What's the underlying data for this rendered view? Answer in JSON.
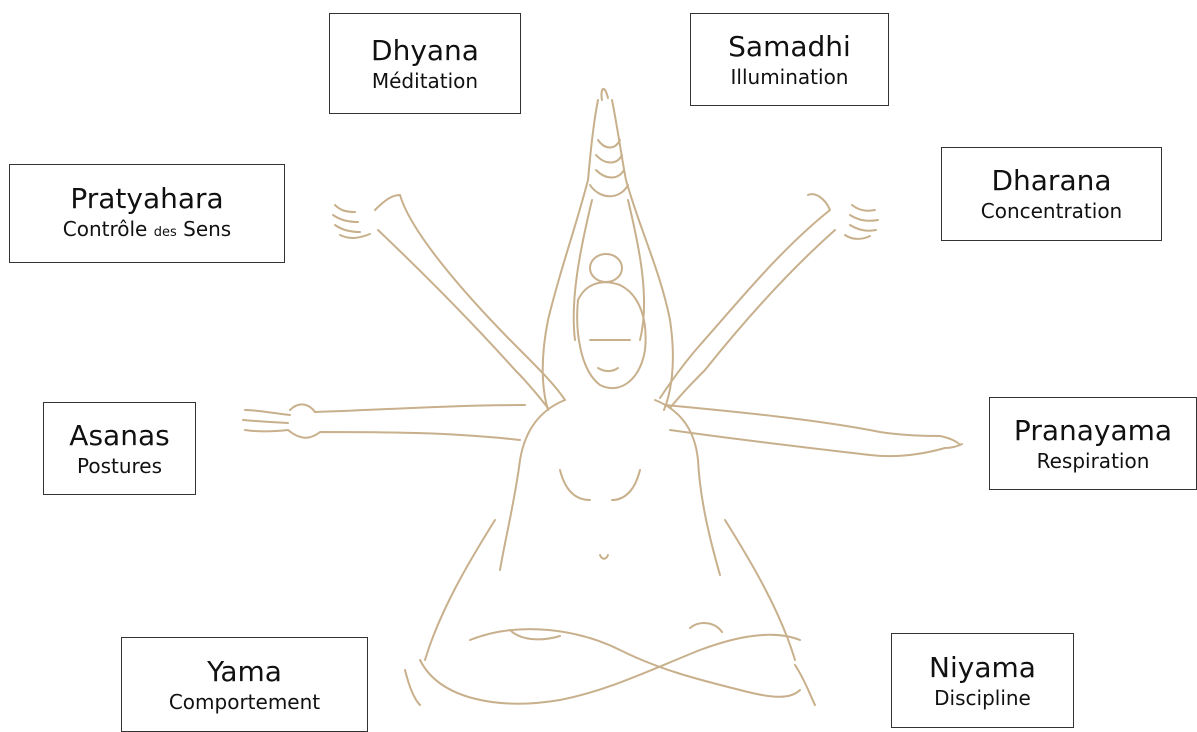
{
  "figure": {
    "line_color": "#c8b08c",
    "illustration": "eight-armed-seated-yoga-figure"
  },
  "limbs": {
    "dhyana": {
      "name": "Dhyana",
      "meaning": "Méditation"
    },
    "samadhi": {
      "name": "Samadhi",
      "meaning": "Illumination"
    },
    "pratyahara": {
      "name": "Pratyahara",
      "meaning_part1": "Contrôle",
      "meaning_part2": "des",
      "meaning_part3": "Sens"
    },
    "dharana": {
      "name": "Dharana",
      "meaning": "Concentration"
    },
    "asanas": {
      "name": "Asanas",
      "meaning": "Postures"
    },
    "pranayama": {
      "name": "Pranayama",
      "meaning": "Respiration"
    },
    "yama": {
      "name": "Yama",
      "meaning": "Comportement"
    },
    "niyama": {
      "name": "Niyama",
      "meaning": "Discipline"
    }
  }
}
